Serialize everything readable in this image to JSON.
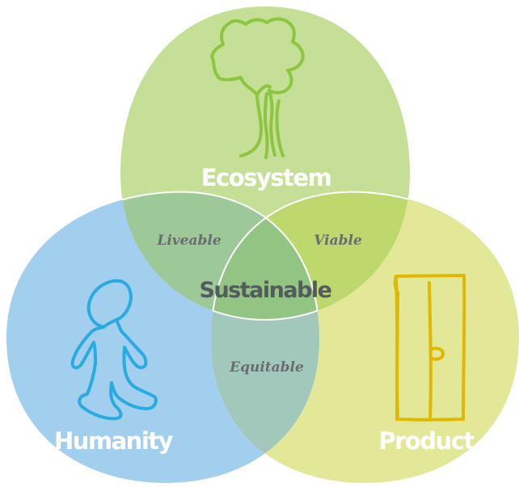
{
  "diagram": {
    "circles": {
      "ecosystem": {
        "label": "Ecosystem",
        "color": "#b5d77a",
        "icon": "tree-icon"
      },
      "humanity": {
        "label": "Humanity",
        "color": "#8fc3ea",
        "icon": "person-walking-icon"
      },
      "product": {
        "label": "Product",
        "color": "#dfe47e",
        "icon": "door-icon"
      }
    },
    "overlaps": {
      "ecosystem_humanity": "Liveable",
      "ecosystem_product": "Viable",
      "humanity_product": "Equitable"
    },
    "center": "Sustainable"
  },
  "colors": {
    "tree_stroke": "#8cc63f",
    "person_stroke": "#29aae1",
    "door_stroke": "#e0b800",
    "divider": "#ffffff"
  }
}
